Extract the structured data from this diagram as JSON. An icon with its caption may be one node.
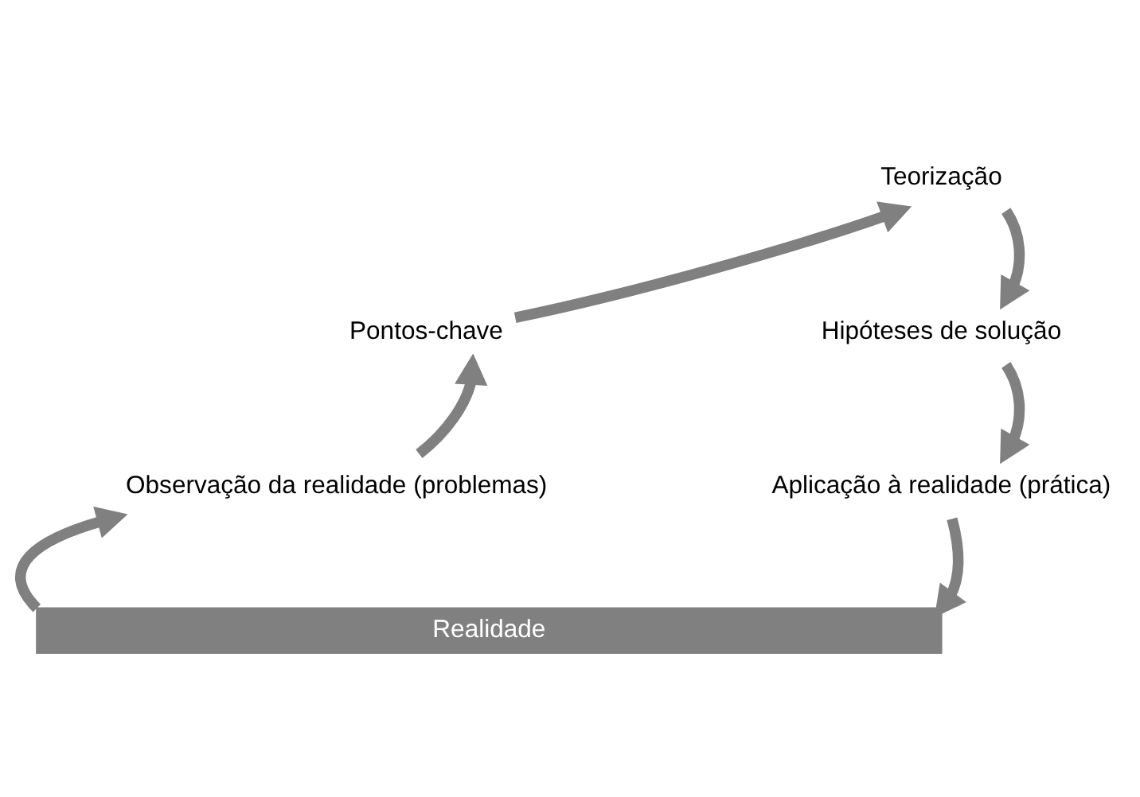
{
  "diagram": {
    "nodes": [
      {
        "text": [
          "Teorização"
        ]
      },
      {
        "text": [
          "Pontos-chave"
        ]
      },
      {
        "text": [
          "Hipóteses de solução"
        ]
      },
      {
        "text": [
          "Observação da realidade (problemas)"
        ]
      },
      {
        "text": [
          "Aplicação à realidade (prática)"
        ]
      },
      {
        "text": [
          "Realidade"
        ]
      }
    ],
    "edges": [
      {
        "from": 5,
        "to": 3,
        "arrow": "to"
      },
      {
        "from": 3,
        "to": 1,
        "arrow": "to"
      },
      {
        "from": 1,
        "to": 0,
        "arrow": "to"
      },
      {
        "from": 0,
        "to": 2,
        "arrow": "to"
      },
      {
        "from": 2,
        "to": 4,
        "arrow": "to"
      },
      {
        "from": 4,
        "to": 5,
        "arrow": "to"
      }
    ]
  }
}
